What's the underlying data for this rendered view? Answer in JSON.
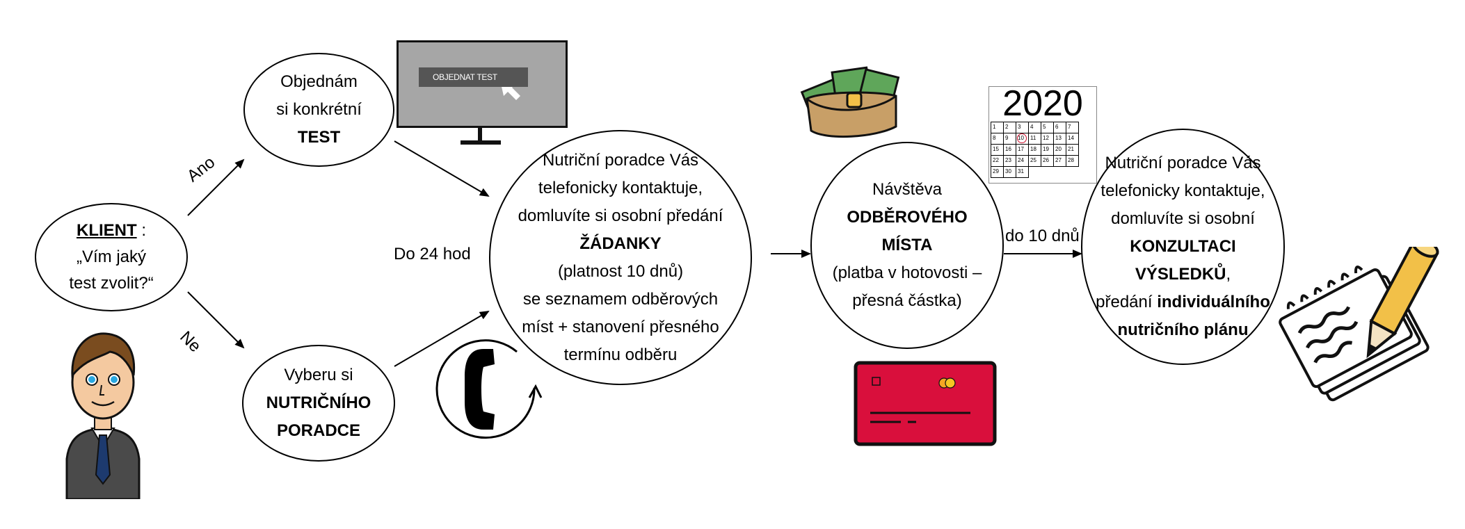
{
  "client": {
    "name": "KLIENT",
    "colon": " :",
    "line2": "„Vím jaký",
    "line3": "test zvolit?“"
  },
  "branch_yes": "Ano",
  "branch_no": "Ne",
  "order_test": {
    "line1": "Objednám",
    "line2": "si konkrétní",
    "line3": "TEST"
  },
  "monitor_button": "OBJEDNAT TEST",
  "choose_advisor": {
    "line1": "Vyberu si",
    "line2": "NUTRIČNÍHO",
    "line3": "PORADCE"
  },
  "time_24h": "Do 24 hod",
  "contact": {
    "line1": "Nutriční poradce Vás",
    "line2": "telefonicky kontaktuje,",
    "line3": "domluvíte si osobní předání",
    "line4": "ŽÁDANKY",
    "line5": "(platnost 10 dnů)",
    "line6": "se seznamem odběrových",
    "line7": "míst + stanovení přesného",
    "line8": "termínu odběru"
  },
  "visit": {
    "line1": "Návštěva",
    "line2": "ODBĚROVÉHO",
    "line3": "MÍSTA",
    "line4": "(platba v hotovosti –",
    "line5": "přesná částka)"
  },
  "time_10d": "do 10 dnů",
  "calendar": {
    "year": "2020",
    "days": [
      "1",
      "2",
      "3",
      "4",
      "5",
      "6",
      "7",
      "8",
      "9",
      "10",
      "11",
      "12",
      "13",
      "14",
      "15",
      "16",
      "17",
      "18",
      "19",
      "20",
      "21",
      "22",
      "23",
      "24",
      "25",
      "26",
      "27",
      "28",
      "29",
      "30",
      "31"
    ],
    "highlighted": "10"
  },
  "consult": {
    "line1": "Nutriční poradce Vás",
    "line2": "telefonicky kontaktuje,",
    "line3": "domluvíte si osobní",
    "line4a": "KONZULTACI VÝSLEDKŮ",
    "line4b": ",",
    "line5a": "předání ",
    "line5b": "individuálního",
    "line6": "nutričního plánu"
  },
  "colors": {
    "card": "#d90f3c",
    "money": "#5fa65a",
    "wallet": "#c89f67",
    "pencil": "#f2c048",
    "monitor": "#a6a6a6",
    "eye": "#2aa8e0"
  },
  "icons": [
    "monitor-icon",
    "phone-icon",
    "wallet-money-icon",
    "credit-card-icon",
    "calendar-icon",
    "notepad-pencil-icon",
    "businessman-icon"
  ]
}
